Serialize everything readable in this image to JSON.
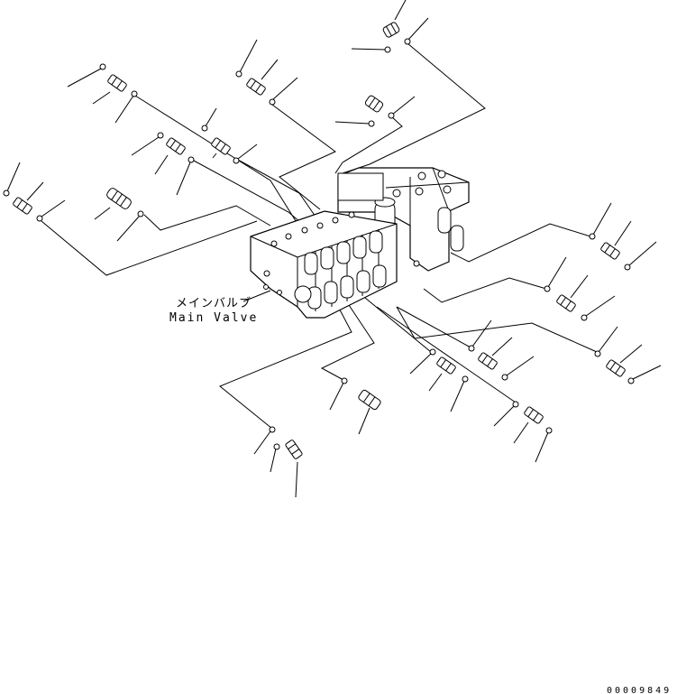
{
  "main_valve": {
    "label_jp": "メインバルブ",
    "label_en": "Main Valve"
  },
  "drawing_number": "00009849"
}
